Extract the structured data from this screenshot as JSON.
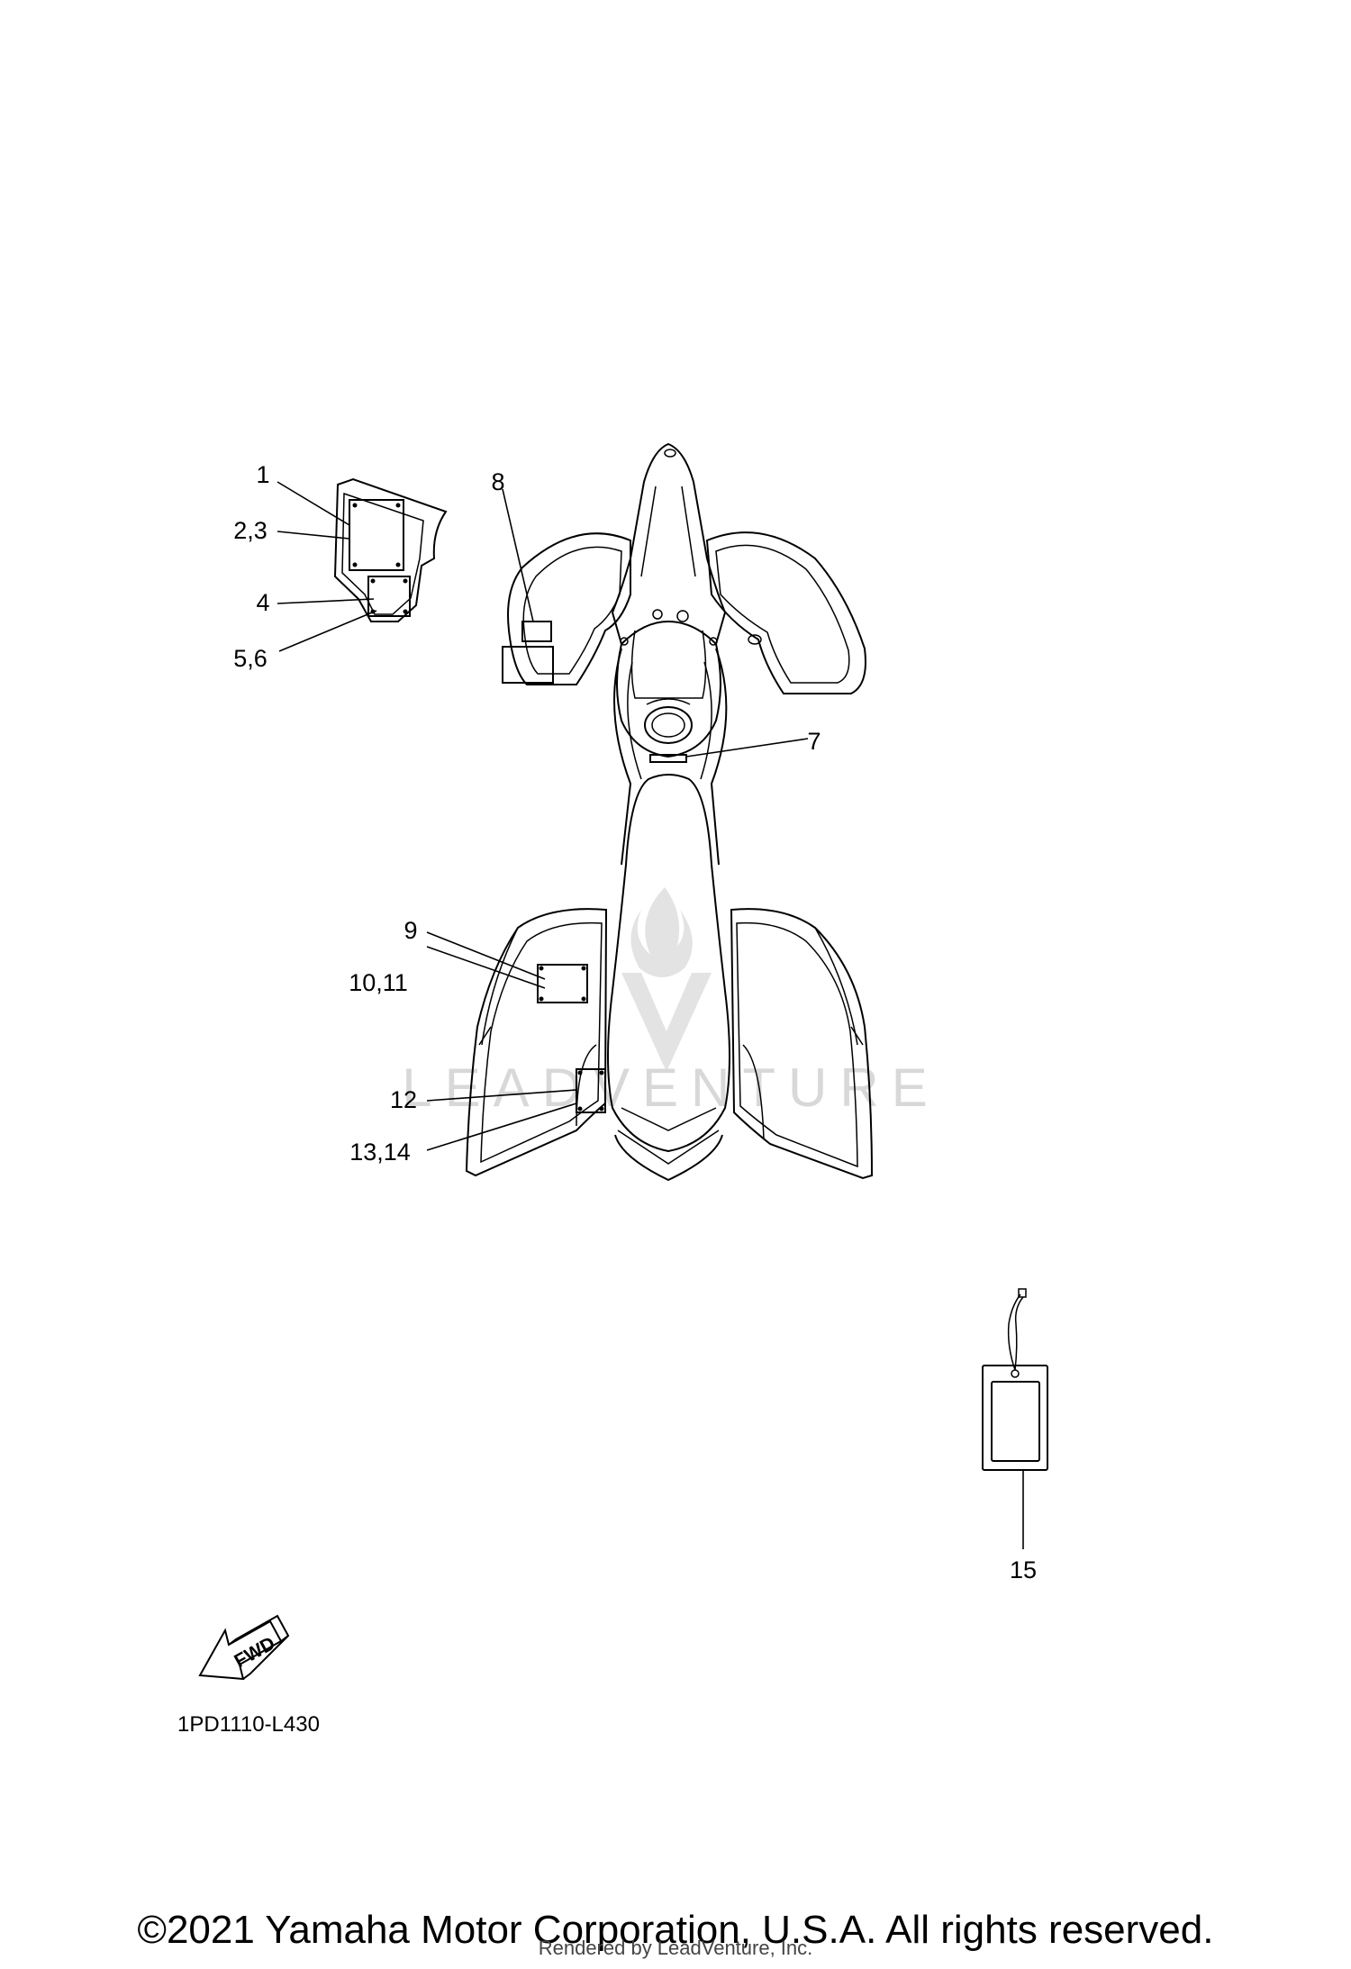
{
  "diagram": {
    "callouts": [
      "1",
      "2,3",
      "4",
      "5,6",
      "7",
      "8",
      "9",
      "10,11",
      "12",
      "13,14",
      "15"
    ],
    "fwd_label": "FWD",
    "diagram_code": "1PD1110-L430",
    "watermark_text": "LEADVENTURE"
  },
  "footer": {
    "copyright": "©2021 Yamaha Motor Corporation, U.S.A. All rights reserved.",
    "rendered_by": "Rendered by LeadVenture, Inc."
  }
}
